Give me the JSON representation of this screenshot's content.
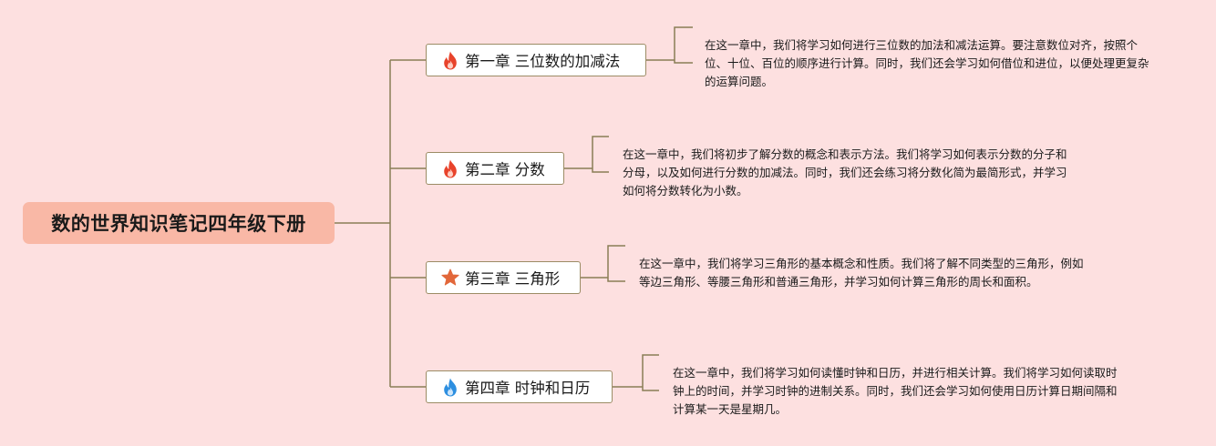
{
  "root": {
    "title": "数的世界知识笔记四年级下册"
  },
  "chapters": [
    {
      "icon": "fire-icon",
      "title": "第一章 三位数的加减法",
      "description": "在这一章中，我们将学习如何进行三位数的加法和减法运算。要注意数位对齐，按照个位、十位、百位的顺序进行计算。同时，我们还会学习如何借位和进位，以便处理更复杂的运算问题。"
    },
    {
      "icon": "fire-icon",
      "title": "第二章 分数",
      "description": "在这一章中，我们将初步了解分数的概念和表示方法。我们将学习如何表示分数的分子和分母，以及如何进行分数的加减法。同时，我们还会练习将分数化简为最简形式，并学习如何将分数转化为小数。"
    },
    {
      "icon": "star-icon",
      "title": "第三章 三角形",
      "description": "在这一章中，我们将学习三角形的基本概念和性质。我们将了解不同类型的三角形，例如等边三角形、等腰三角形和普通三角形，并学习如何计算三角形的周长和面积。"
    },
    {
      "icon": "water-drop-icon",
      "title": "第四章 时钟和日历",
      "description": "在这一章中，我们将学习如何读懂时钟和日历，并进行相关计算。我们将学习如何读取时钟上的时间，并学习时钟的进制关系。同时，我们还会学习如何使用日历计算日期间隔和计算某一天是星期几。"
    }
  ],
  "colors": {
    "background": "#fde0e0",
    "root_fill": "#f9b8a6",
    "connector": "#8a7d55",
    "fire": "#e8432b",
    "star": "#e2673a",
    "water_drop": "#2d8fe0"
  }
}
